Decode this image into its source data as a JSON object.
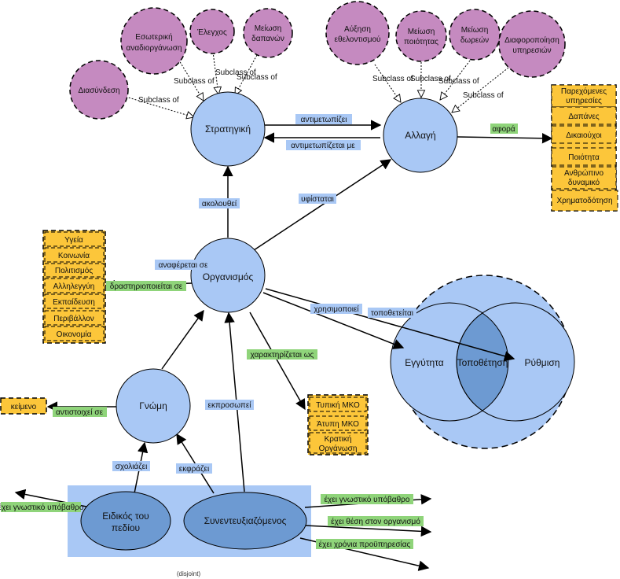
{
  "colors": {
    "concept": "#a9c8f5",
    "concept_dark": "#6d9ad2",
    "subclass": "#c58ac0",
    "literal": "#fcc63a",
    "label_blue": "#a9c8f5",
    "label_green": "#8fd47a",
    "group_box": "#a9c8f5"
  },
  "concepts": {
    "strategy": "Στρατηγική",
    "change": "Αλλαγή",
    "organization": "Οργανισμός",
    "opinion": "Γνώμη",
    "expert": [
      "Ειδικός του",
      "πεδίου"
    ],
    "interviewee": "Συνεντευξιαζόμενος",
    "proximity": "Εγγύτητα",
    "placement": "Τοποθέτηση",
    "regulation": "Ρύθμιση"
  },
  "strategy_subclasses": [
    [
      "Διασύνδεση"
    ],
    [
      "Εσωτερική",
      "αναδιοργάνωση"
    ],
    [
      "Έλεγχος"
    ],
    [
      "Μείωση",
      "δαπανών"
    ]
  ],
  "change_subclasses": [
    [
      "Αύξηση",
      "εθελοντισμού"
    ],
    [
      "Μείωση",
      "ποιότητας"
    ],
    [
      "Μείωση",
      "δωρεών"
    ],
    [
      "Διαφοροποίηση",
      "υπηρεσιών"
    ]
  ],
  "subclass_label": "Subclass of",
  "change_literals": [
    [
      "Παρεχόμενες",
      "υπηρεσίες"
    ],
    [
      "Δαπάνες"
    ],
    [
      "Δικαιούχοι"
    ],
    [
      "Ποιότητα"
    ],
    [
      "Ανθρώπινο",
      "δυναμικό"
    ],
    [
      "Χρηματοδότηση"
    ]
  ],
  "sector_literals": [
    "Υγεία",
    "Κοινωνία",
    "Πολιτισμός",
    "Αλληλεγγύη",
    "Εκπαίδευση",
    "Περιβάλλον",
    "Οικονομία"
  ],
  "type_literals": [
    [
      "Τυπική ΜΚΟ"
    ],
    [
      "Άτυπη ΜΚΟ"
    ],
    [
      "Κρατική",
      "Οργάνωση"
    ]
  ],
  "text_literal": "κείμενο",
  "edges": {
    "faces": "αντιμετωπίζει",
    "faced_by": "αντιμετωπίζεται με",
    "concerns": "αφορά",
    "follows": "ακολουθεί",
    "undergoes": "υφίσταται",
    "refers_to": "αναφέρεται σε",
    "operates_in": "δραστηριοποιείται σε",
    "uses": "χρησιμοποιεί",
    "positioned": "τοποθετείται",
    "characterized_as": "χαρακτηρίζεται ως",
    "corresponds_to": "αντιστοιχεί σε",
    "comments": "σχολιάζει",
    "expresses": "εκφράζει",
    "represents": "εκπροσωπεί",
    "has_knowledge": "έχει γνωστικό υπόβαθρο",
    "has_position": "έχει θέση στον οργανισμό",
    "has_years": "έχει χρόνια προϋπηρεσίας"
  },
  "disjoint": "(disjoint)"
}
